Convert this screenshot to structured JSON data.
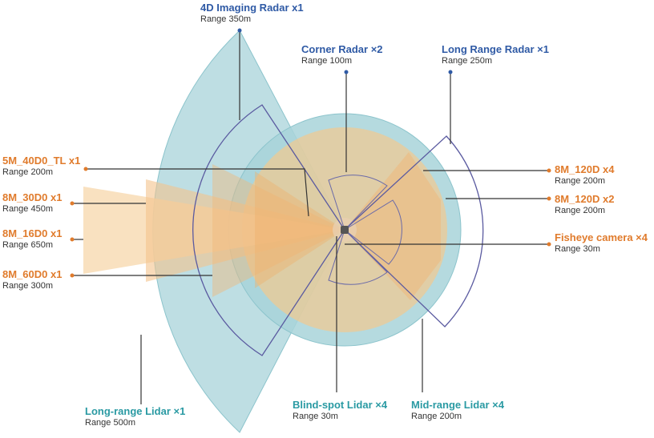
{
  "colors": {
    "lidar": "#a8d3d9",
    "lidar_dark": "#8cc4cc",
    "camera": "#f6c98a",
    "camera_dark": "#f3b46a",
    "radar_line": "#5a5aa0",
    "blue_text": "#2f5aa5",
    "orange_text": "#e07b2c",
    "teal_text": "#2a9aa3",
    "leader": "#333333"
  },
  "sensors": {
    "imaging_radar": {
      "title": "4D Imaging Radar x1",
      "range": "Range 350m",
      "color_key": "blue_text"
    },
    "corner_radar": {
      "title": "Corner Radar ×2",
      "range": "Range 100m",
      "color_key": "blue_text"
    },
    "long_radar": {
      "title": "Long Range Radar ×1",
      "range": "Range 250m",
      "color_key": "blue_text"
    },
    "cam_5m_40": {
      "title": "5M_40D0_TL x1",
      "range": "Range 200m",
      "color_key": "orange_text"
    },
    "cam_8m_30": {
      "title": "8M_30D0 x1",
      "range": "Range 450m",
      "color_key": "orange_text"
    },
    "cam_8m_16": {
      "title": "8M_16D0 x1",
      "range": "Range 650m",
      "color_key": "orange_text"
    },
    "cam_8m_60": {
      "title": "8M_60D0 x1",
      "range": "Range 300m",
      "color_key": "orange_text"
    },
    "cam_8m_120_x4": {
      "title": "8M_120D x4",
      "range": "Range 200m",
      "color_key": "orange_text"
    },
    "cam_8m_120_x2": {
      "title": "8M_120D x2",
      "range": "Range 200m",
      "color_key": "orange_text"
    },
    "fisheye": {
      "title": "Fisheye camera ×4",
      "range": "Range 30m",
      "color_key": "orange_text"
    },
    "long_lidar": {
      "title": "Long-range Lidar ×1",
      "range": "Range 500m",
      "color_key": "teal_text"
    },
    "blind_lidar": {
      "title": "Blind-spot Lidar ×4",
      "range": "Range 30m",
      "color_key": "teal_text"
    },
    "mid_lidar": {
      "title": "Mid-range Lidar ×4",
      "range": "Range 200m",
      "color_key": "teal_text"
    }
  }
}
